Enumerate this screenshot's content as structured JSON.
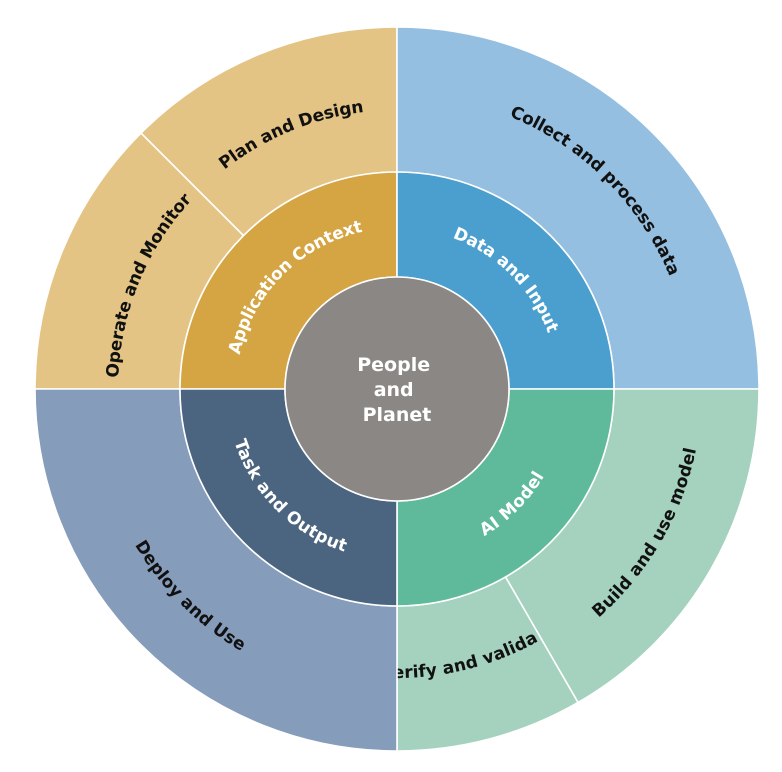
{
  "center": {
    "lines": [
      "People",
      "and",
      "Planet"
    ],
    "color": "#8a8785",
    "text_color": "#ffffff"
  },
  "inner_ring": [
    {
      "key": "application-context",
      "label": "Application Context",
      "color": "#d4a542",
      "text_color": "#ffffff"
    },
    {
      "key": "data-and-input",
      "label": "Data and Input",
      "color": "#4a9fcf",
      "text_color": "#ffffff"
    },
    {
      "key": "ai-model",
      "label": "AI Model",
      "color": "#5fba9c",
      "text_color": "#ffffff"
    },
    {
      "key": "task-and-output",
      "label": "Task and Output",
      "color": "#4b6580",
      "text_color": "#ffffff"
    }
  ],
  "outer_ring": [
    {
      "key": "operate-and-monitor",
      "label": "Operate and Monitor",
      "color": "#e4c485",
      "text_color": "#111111"
    },
    {
      "key": "plan-and-design",
      "label": "Plan and Design",
      "color": "#e4c485",
      "text_color": "#111111"
    },
    {
      "key": "collect-and-process-data",
      "label": "Collect and process data",
      "color": "#95bfe0",
      "text_color": "#111111"
    },
    {
      "key": "build-and-use-model",
      "label": "Build and use model",
      "color": "#a4d2bf",
      "text_color": "#111111"
    },
    {
      "key": "verify-and-validate",
      "label": "Verify and validate",
      "color": "#a4d2bf",
      "text_color": "#111111"
    },
    {
      "key": "deploy-and-use",
      "label": "Deploy and Use",
      "color": "#869cbb",
      "text_color": "#111111"
    }
  ]
}
